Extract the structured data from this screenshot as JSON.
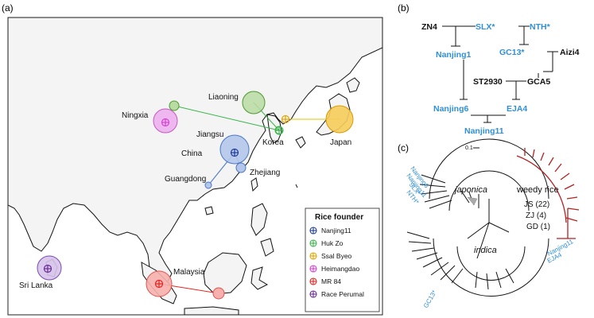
{
  "panels": {
    "a": "(a)",
    "b": "(b)",
    "c": "(c)"
  },
  "map": {
    "provinces": {
      "liaoning": "Liaoning",
      "ningxia": "Ningxia",
      "jiangsu": "Jiangsu",
      "china": "China",
      "korea": "Korea",
      "japan": "Japan",
      "guangdong": "Guangdong",
      "zhejiang": "Zhejiang",
      "malaysia": "Malaysia",
      "sri_lanka": "Sri Lanka"
    },
    "legend": {
      "title": "Rice founder",
      "items": [
        {
          "label": "Nanjing11",
          "color": "#1f3b9a"
        },
        {
          "label": "Huk Zo",
          "color": "#39b54a"
        },
        {
          "label": "Ssal Byeo",
          "color": "#e2a400"
        },
        {
          "label": "Heimangdao",
          "color": "#d63fd6"
        },
        {
          "label": "MR 84",
          "color": "#e8231f"
        },
        {
          "label": "Race Perumal",
          "color": "#6a2c9a"
        }
      ]
    }
  },
  "pedigree": {
    "zn4": "ZN4",
    "slx": "SLX*",
    "nth": "NTH*",
    "nanjing1": "Nanjing1",
    "gc13": "GC13*",
    "aizi4": "Aizi4",
    "st2930": "ST2930",
    "gca5": "GCA5",
    "nanjing6": "Nanjing6",
    "eja4": "EJA4",
    "nanjing11": "Nanjing11",
    "black_color": "#111111",
    "blue_color": "#2f8fd8"
  },
  "tree": {
    "scale": "0.1",
    "japonica": "japonica",
    "indica": "indica",
    "weedy_rice": "weedy rice",
    "js": "JS (22)",
    "zj": "ZJ (4)",
    "gd": "GD (1)",
    "nanjing6": "Nanjing6",
    "nanjing11_left": "Nanjing11",
    "slx": "SLX*",
    "nth": "NTH*",
    "nanjing11_right": "Nanjing11",
    "eja4": "EJA4",
    "gc13": "GC13*",
    "weedy_color": "#b22222"
  }
}
